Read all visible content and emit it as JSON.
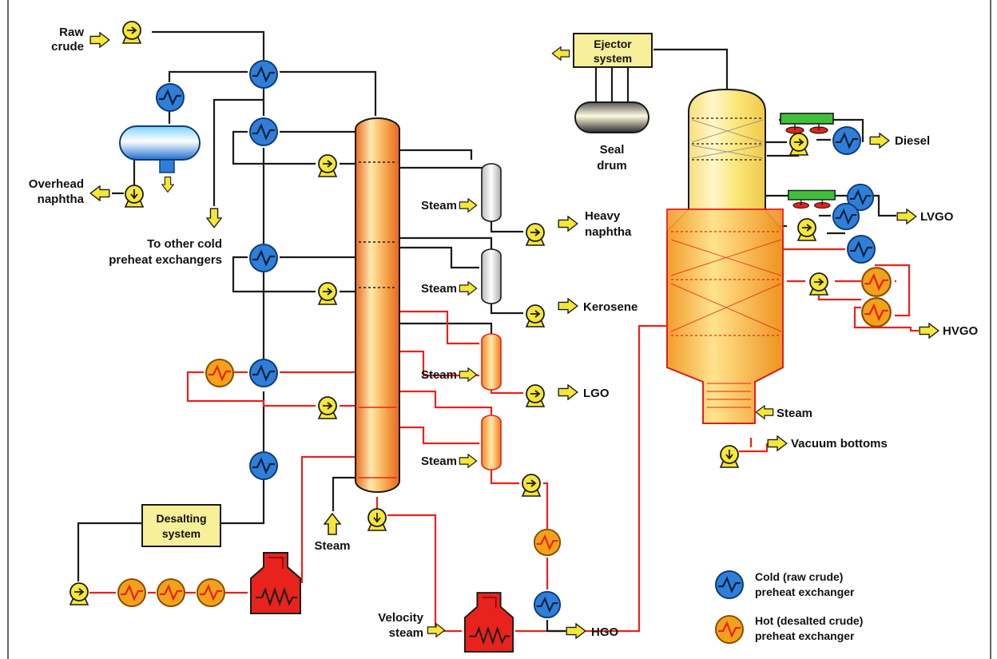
{
  "colors": {
    "cold_exchanger": "#2f7fd9",
    "hot_exchanger": "#f2a21a",
    "hot_line": "#e8221c",
    "cold_line": "#1a1a1a",
    "yellow_arrow": "#f5e63a",
    "column_orange": "#f4a04a",
    "vacuum_yellow": "#f7e56a"
  },
  "icons": [
    "pump-icon",
    "cold-exchanger-icon",
    "hot-exchanger-icon",
    "furnace-icon",
    "stripper-icon",
    "air-cooler-icon",
    "drum-icon",
    "arrow-icon"
  ],
  "labels": {
    "raw_crude_1": "Raw",
    "raw_crude_2": "crude",
    "overhead_naphtha_1": "Overhead",
    "overhead_naphtha_2": "naphtha",
    "to_other_cold_1": "To other cold",
    "to_other_cold_2": "preheat exchangers",
    "steam_1": "Steam",
    "steam_2": "Steam",
    "steam_3": "Steam",
    "steam_4": "Steam",
    "steam_bottom": "Steam",
    "steam_vacuum": "Steam",
    "heavy_naphtha_1": "Heavy",
    "heavy_naphtha_2": "naphtha",
    "kerosene": "Kerosene",
    "lgo": "LGO",
    "hgo": "HGO",
    "desalting_1": "Desalting",
    "desalting_2": "system",
    "velocity_steam_1": "Velocity",
    "velocity_steam_2": "steam",
    "ejector_1": "Ejector",
    "ejector_2": "system",
    "seal_drum_1": "Seal",
    "seal_drum_2": "drum",
    "diesel": "Diesel",
    "lvgo": "LVGO",
    "hvgo": "HVGO",
    "vacuum_bottoms": "Vacuum bottoms"
  },
  "legend": {
    "cold_1": "Cold (raw crude)",
    "cold_2": "preheat exchanger",
    "hot_1": "Hot (desalted crude)",
    "hot_2": "preheat exchanger"
  }
}
